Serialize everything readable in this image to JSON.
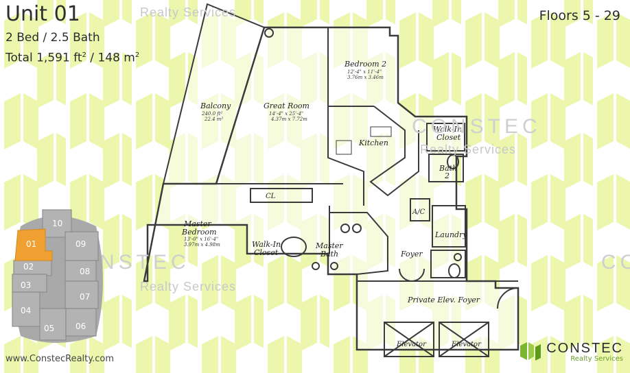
{
  "unit": {
    "title": "Unit 01",
    "beds_baths": "2 Bed / 2.5 Bath",
    "total_prefix": "Total 1,591 ft",
    "total_sup1": "2",
    "total_mid": " / 148 m",
    "total_sup2": "2",
    "floors": "Floors 5 - 29"
  },
  "watermarks": {
    "realty": "Realty Services",
    "constec": "CONSTEC"
  },
  "rooms": {
    "balcony": {
      "name": "Balcony",
      "dim1": "240.0 ft²",
      "dim2": "22.4 m²"
    },
    "great_room": {
      "name": "Great Room",
      "dim1": "14'-4\" x 25'-4\"",
      "dim2": "4.37m x 7.72m"
    },
    "bedroom2": {
      "name": "Bedroom 2",
      "dim1": "12'-4\" x 11'-4\"",
      "dim2": "3.76m x 3.46m"
    },
    "kitchen": {
      "name": "Kitchen"
    },
    "walkin_closet_right_1": "Walk-In",
    "walkin_closet_right_2": "Closet",
    "bath2_1": "Bath",
    "bath2_2": "2",
    "ac": "A/C",
    "laundry": "Laundry",
    "cl": "CL",
    "master_bedroom_1": "Master",
    "master_bedroom_2": "Bedroom",
    "master_bedroom_dim1": "13'-0\" x 16'-4\"",
    "master_bedroom_dim2": "3.97m x 4.98m",
    "walkin_closet_left_1": "Walk-In",
    "walkin_closet_left_2": "Closet",
    "master_bath_1": "Master",
    "master_bath_2": "Bath",
    "foyer": "Foyer",
    "private_foyer": "Private Elev. Foyer",
    "elevator1": "Elevator",
    "elevator2": "Elevator"
  },
  "keyplan": {
    "units": [
      "10",
      "01",
      "09",
      "02",
      "08",
      "03",
      "07",
      "04",
      "05",
      "06"
    ],
    "highlight_color": "#f0a030"
  },
  "footer": {
    "website": "www.ConstecRealty.com",
    "brand": "CONSTEC",
    "brand_sub": "Realty Services"
  },
  "colors": {
    "pattern": "#eaf5a8",
    "brand_green": "#7ab72e"
  }
}
